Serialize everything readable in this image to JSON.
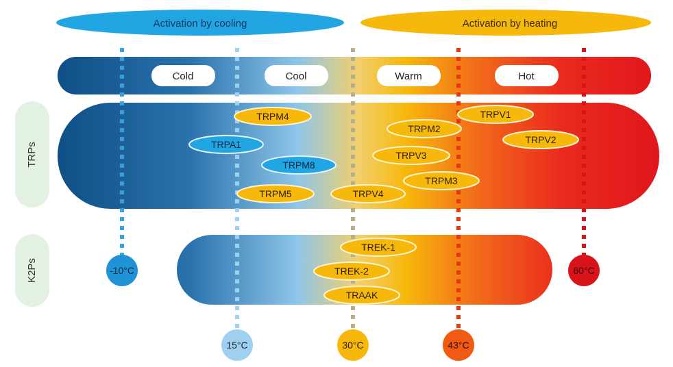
{
  "banners": {
    "cooling": "Activation by cooling",
    "heating": "Activation by heating"
  },
  "zones": [
    "Cold",
    "Cool",
    "Warm",
    "Hot"
  ],
  "groups": {
    "trps": "TRPs",
    "k2ps": "K2Ps"
  },
  "temperatures": [
    "-10°C",
    "15°C",
    "30°C",
    "43°C",
    "60°C"
  ],
  "trp_channels": {
    "trpm4": "TRPM4",
    "trpa1": "TRPA1",
    "trpm8": "TRPM8",
    "trpm5": "TRPM5",
    "trpm2": "TRPM2",
    "trpv3": "TRPV3",
    "trpv4": "TRPV4",
    "trpm3": "TRPM3",
    "trpv1": "TRPV1",
    "trpv2": "TRPV2"
  },
  "k2p_channels": {
    "trek1": "TREK-1",
    "trek2": "TREK-2",
    "traak": "TRAAK"
  },
  "colors": {
    "cold_dark": "#0f4f86",
    "cool_light": "#8ec6ea",
    "warm": "#f7b80c",
    "hot": "#e8161c",
    "cooling_banner": "#22a5e3",
    "heating_banner": "#f7b80c",
    "group_label_bg": "#e2f1e2"
  }
}
